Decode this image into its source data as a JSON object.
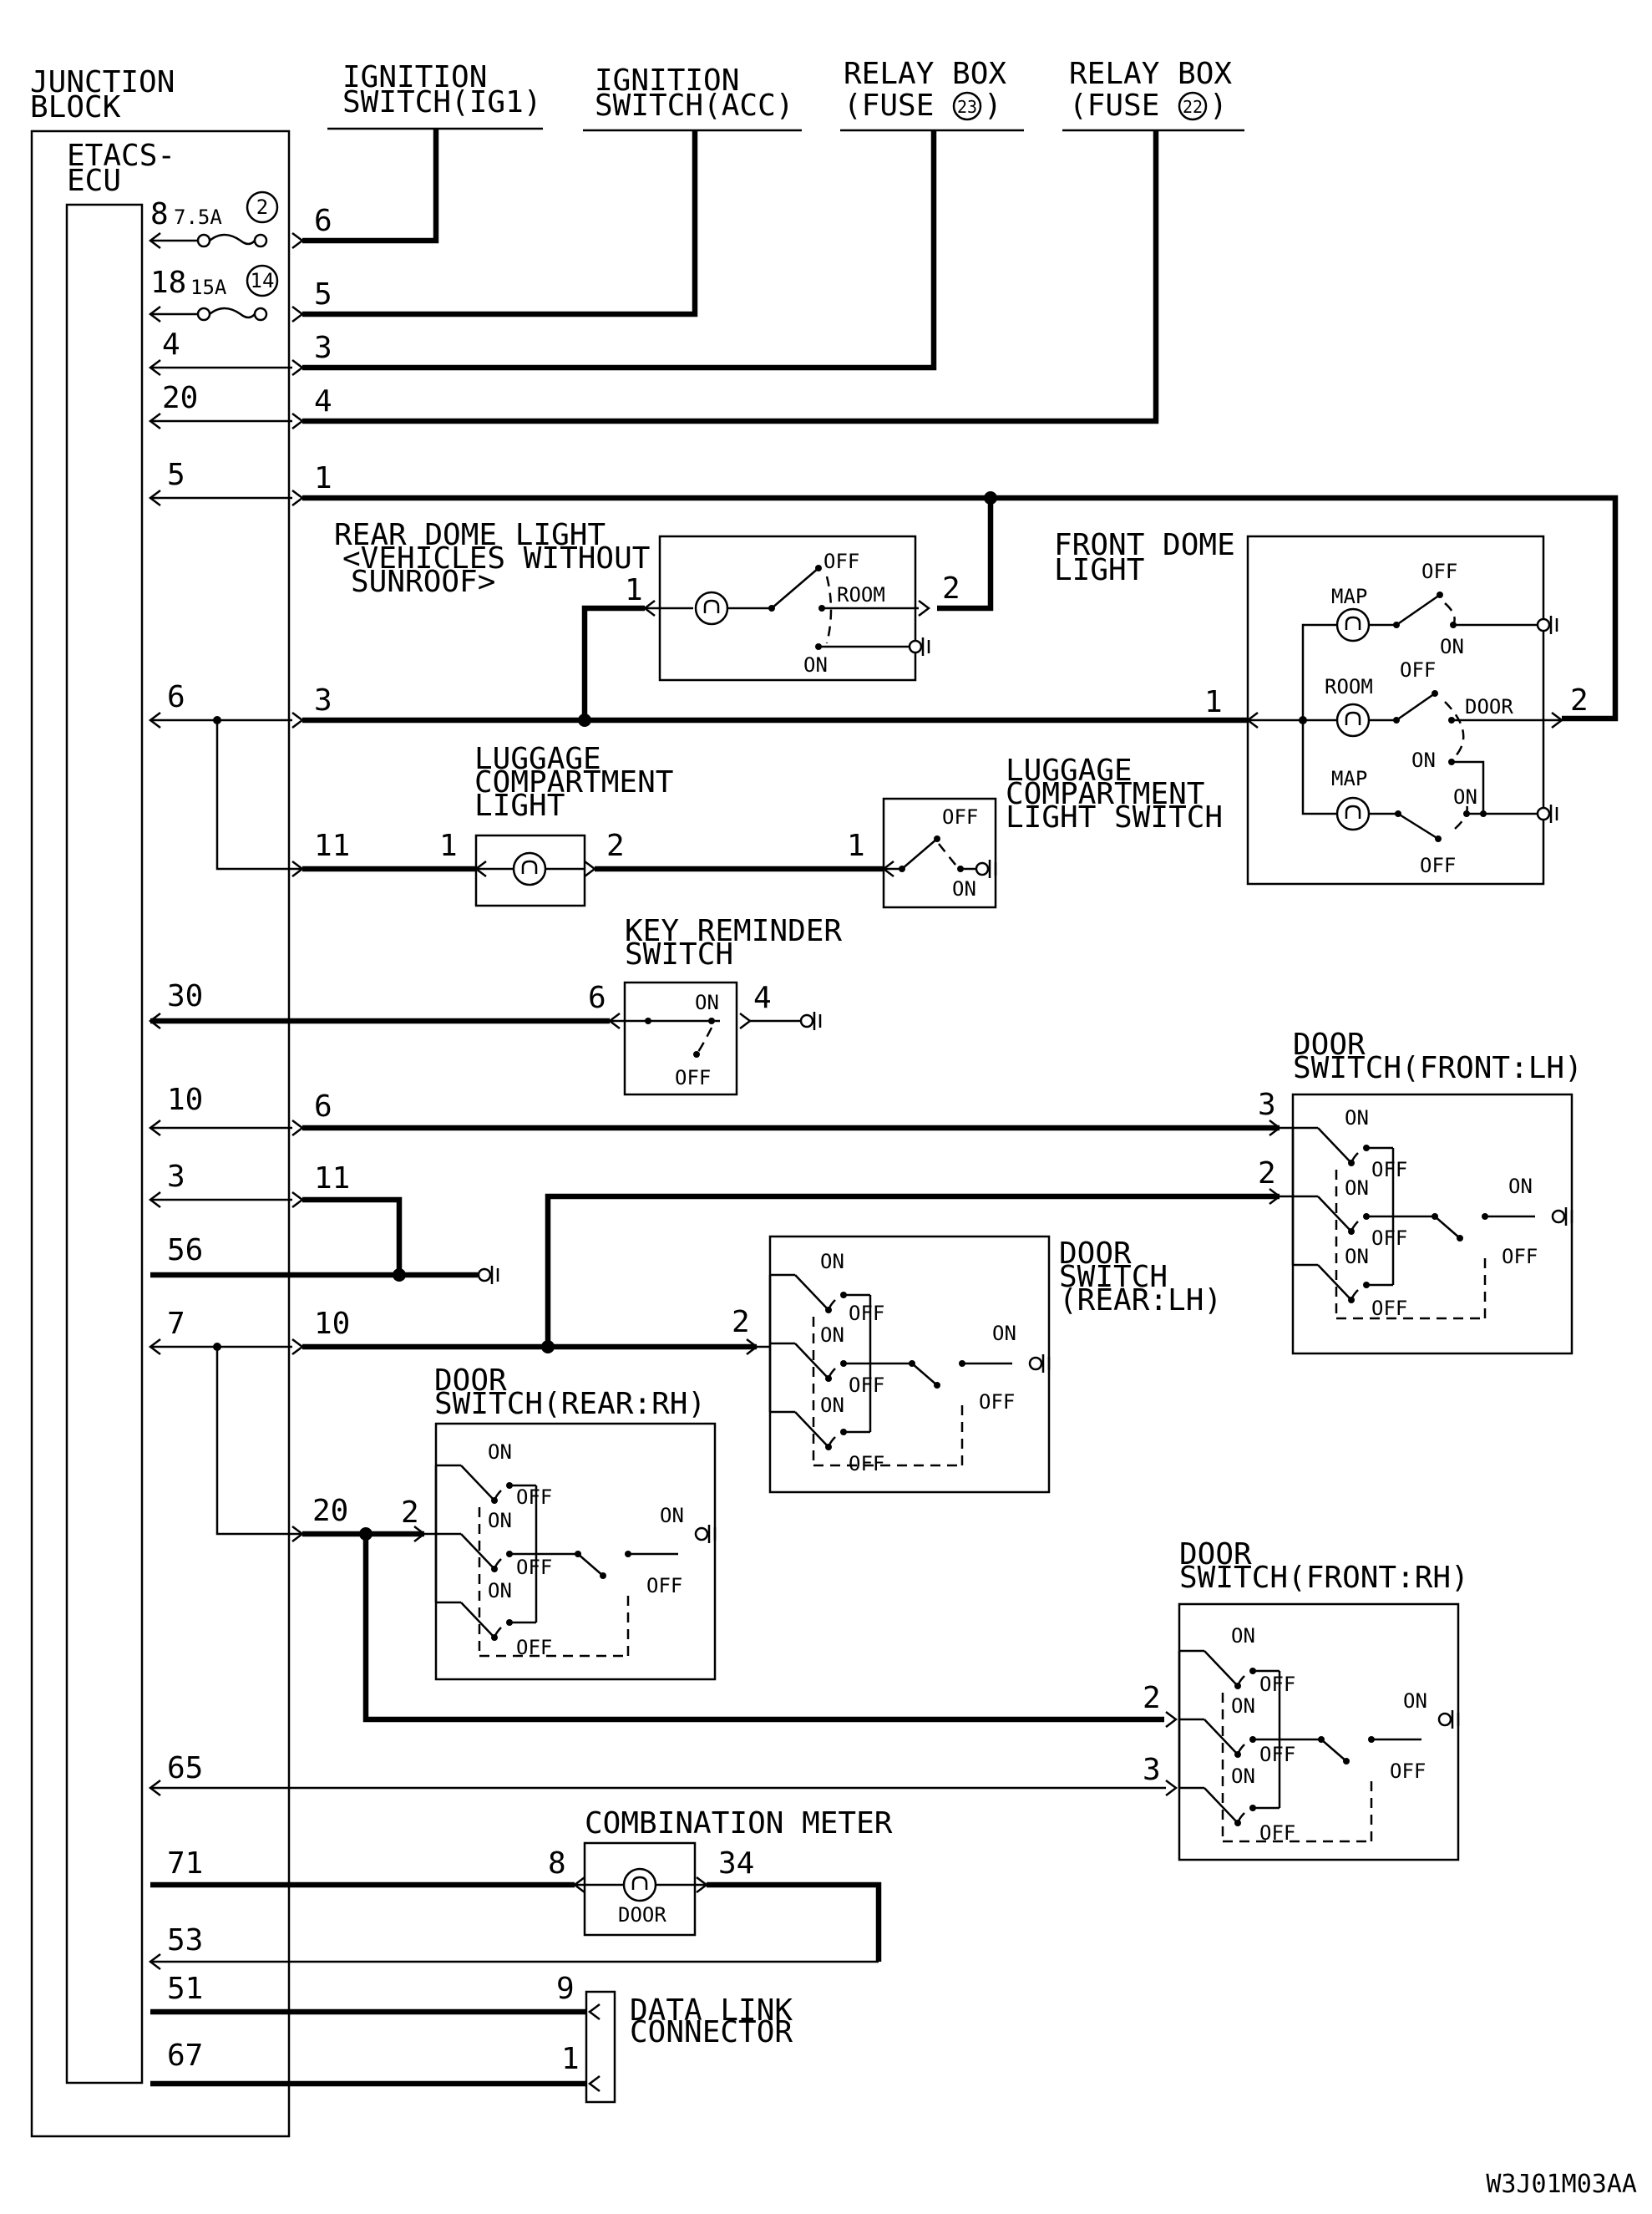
{
  "junction_block": {
    "line1": "JUNCTION",
    "line2": "BLOCK"
  },
  "ecu": {
    "line1": "ETACS-",
    "line2": "ECU"
  },
  "sources": {
    "ig1": {
      "line1": "IGNITION",
      "line2": "SWITCH(IG1)"
    },
    "acc": {
      "line1": "IGNITION",
      "line2": "SWITCH(ACC)"
    },
    "relay23": {
      "line1": "RELAY BOX",
      "line2": "(FUSE",
      "fuse": "23",
      "close": ")"
    },
    "relay22": {
      "line1": "RELAY BOX",
      "line2": "(FUSE",
      "fuse": "22",
      "close": ")"
    }
  },
  "fuses": [
    {
      "pin": "8",
      "rating": "7.5A",
      "number": "2"
    },
    {
      "pin": "18",
      "rating": "15A",
      "number": "14"
    }
  ],
  "ecu_pins": [
    "8",
    "18",
    "4",
    "20",
    "5",
    "6",
    "30",
    "10",
    "3",
    "56",
    "7",
    "65",
    "71",
    "53",
    "51",
    "67"
  ],
  "jb_pins": [
    "6",
    "5",
    "3",
    "4",
    "1",
    "3",
    "11",
    "6",
    "11",
    "10",
    "20"
  ],
  "rear_dome": {
    "line1": "REAR DOME LIGHT",
    "line2": "<VEHICLES WITHOUT",
    "line3": "SUNROOF>",
    "pin_in": "1",
    "pin_out": "2",
    "off": "OFF",
    "room": "ROOM",
    "on": "ON"
  },
  "front_dome": {
    "line1": "FRONT DOME",
    "line2": "LIGHT",
    "map": "MAP",
    "room": "ROOM",
    "off": "OFF",
    "on": "ON",
    "door": "DOOR",
    "pin_in": "1",
    "pin_out": "2"
  },
  "luggage_light": {
    "line1": "LUGGAGE",
    "line2": "COMPARTMENT",
    "line3": "LIGHT",
    "pin_in": "1",
    "pin_out": "2"
  },
  "luggage_switch": {
    "line1": "LUGGAGE",
    "line2": "COMPARTMENT",
    "line3": "LIGHT SWITCH",
    "pin": "1",
    "off": "OFF",
    "on": "ON"
  },
  "key_reminder": {
    "line1": "KEY REMINDER",
    "line2": "SWITCH",
    "pin_in": "6",
    "pin_out": "4",
    "on": "ON",
    "off": "OFF"
  },
  "door_front_lh": {
    "line1": "DOOR",
    "line2": "SWITCH(FRONT:LH)",
    "pins": [
      "3",
      "2"
    ]
  },
  "door_rear_lh": {
    "line1": "DOOR",
    "line2": "SWITCH",
    "line3": "(REAR:LH)",
    "pin": "2"
  },
  "door_rear_rh": {
    "line1": "DOOR",
    "line2": "SWITCH(REAR:RH)",
    "pin": "2"
  },
  "door_front_rh": {
    "line1": "DOOR",
    "line2": "SWITCH(FRONT:RH)",
    "pins": [
      "2",
      "3"
    ]
  },
  "switch_labels": {
    "on": "ON",
    "off": "OFF"
  },
  "combination_meter": {
    "title": "COMBINATION METER",
    "lamp": "DOOR",
    "pin_in": "8",
    "pin_out": "34"
  },
  "data_link": {
    "line1": "DATA LINK",
    "line2": "CONNECTOR",
    "pins": [
      "9",
      "1"
    ]
  },
  "drawing_code": "W3J01M03AA"
}
